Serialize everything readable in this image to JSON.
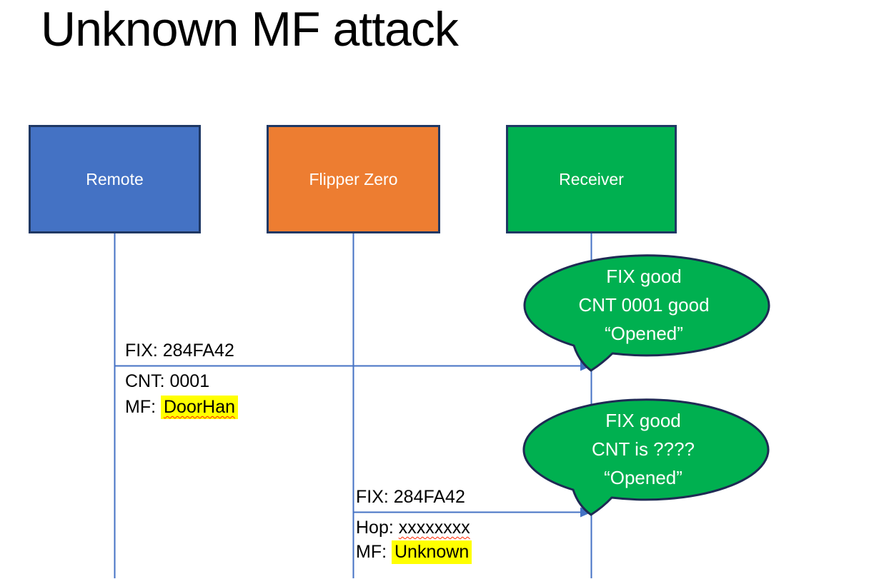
{
  "slide": {
    "title": "Unknown MF attack"
  },
  "colors": {
    "actor_remote_fill": "#4472C4",
    "actor_flipper_fill": "#ED7D31",
    "actor_receiver_fill": "#00B050",
    "box_border": "#1F3864",
    "connector_blue": "#4472C4",
    "callout_fill": "#00B050",
    "callout_border": "#1F2A54",
    "highlight_yellow": "#FFFF00",
    "squiggle_red": "#FF2400",
    "body_text": "#000000",
    "label_text": "#FFFFFF"
  },
  "actors": [
    {
      "label": "Remote"
    },
    {
      "label": "Flipper Zero"
    },
    {
      "label": "Receiver"
    }
  ],
  "message1": {
    "above": "FIX: 284FA42",
    "below1": "CNT: 0001",
    "below2_prefix": "MF:",
    "below2_value": "DoorHan"
  },
  "message2": {
    "above": "FIX: 284FA42",
    "below1_prefix": "Hop:",
    "below1_value": "xxxxxxxx",
    "below2_prefix": "MF:",
    "below2_value": "Unknown"
  },
  "callout1": {
    "line1": "FIX good",
    "line2": "CNT 0001 good",
    "line3": "“Opened”"
  },
  "callout2": {
    "line1": "FIX good",
    "line2": "CNT is ????",
    "line3": "“Opened”"
  }
}
